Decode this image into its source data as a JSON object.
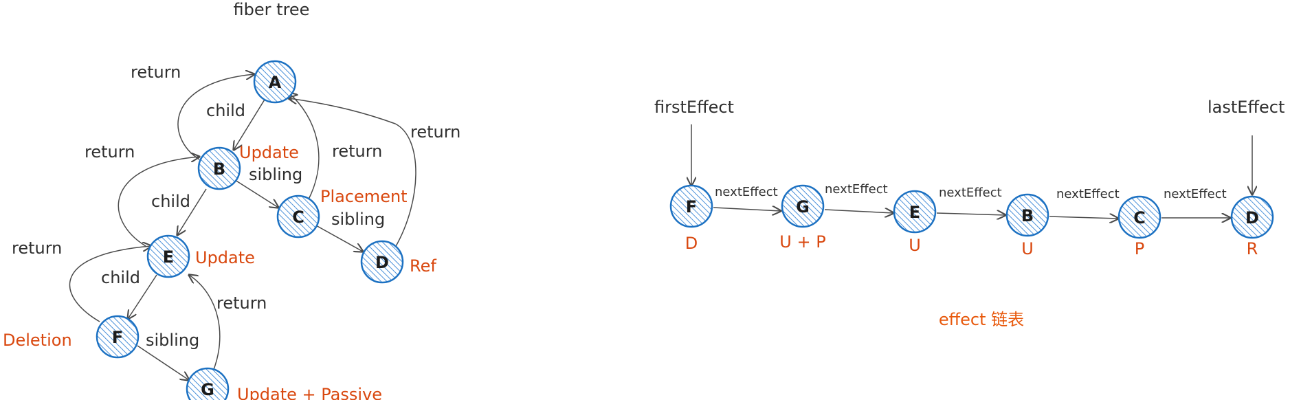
{
  "tree": {
    "title": "fiber tree",
    "nodes": {
      "A": "A",
      "B": "B",
      "C": "C",
      "D": "D",
      "E": "E",
      "F": "F",
      "G": "G"
    },
    "edge_labels": {
      "return": "return",
      "child": "child",
      "sibling": "sibling"
    },
    "effect_tags": {
      "B": "Update",
      "C": "Placement",
      "D": "Ref",
      "E": "Update",
      "F": "Deletion",
      "G": "Update + Passive"
    }
  },
  "effect_list": {
    "caption": "effect 链表",
    "first_pointer": "firstEffect",
    "last_pointer": "lastEffect",
    "next_label": "nextEffect",
    "nodes": [
      {
        "label": "F",
        "tag": "D"
      },
      {
        "label": "G",
        "tag": "U + P"
      },
      {
        "label": "E",
        "tag": "U"
      },
      {
        "label": "B",
        "tag": "U"
      },
      {
        "label": "C",
        "tag": "P"
      },
      {
        "label": "D",
        "tag": "R"
      }
    ]
  },
  "colors": {
    "node_stroke": "#1c71c2",
    "hatch": "#4a90d9",
    "tag_orange": "#d9480f",
    "caption_orange": "#e8590c",
    "text": "#2f2f2f"
  }
}
